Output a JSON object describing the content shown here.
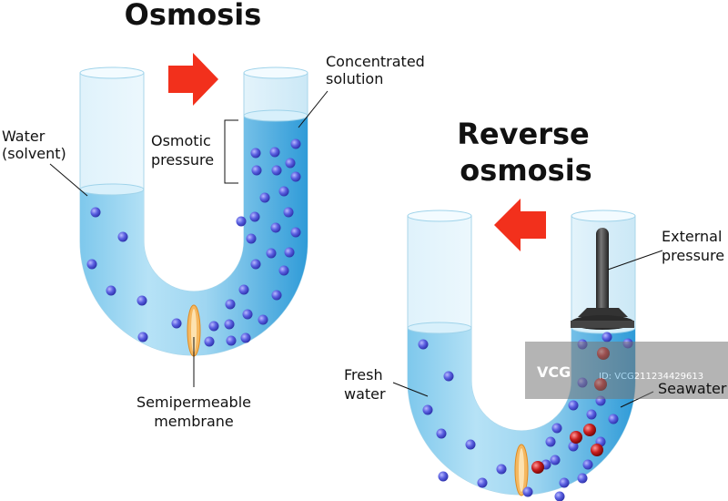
{
  "osmosis": {
    "title": "Osmosis",
    "labels": {
      "water_line1": "Water",
      "water_line2": "(solvent)",
      "concentrated_line1": "Concentrated",
      "concentrated_line2": "solution",
      "osmotic_line1": "Osmotic",
      "osmotic_line2": "pressure",
      "membrane_line1": "Semipermeable",
      "membrane_line2": "membrane"
    },
    "arrow_direction": "right"
  },
  "reverse": {
    "title_line1": "Reverse",
    "title_line2": "osmosis",
    "labels": {
      "fresh_line1": "Fresh",
      "fresh_line2": "water",
      "external_line1": "External",
      "external_line2": "pressure",
      "seawater": "Seawater"
    },
    "arrow_direction": "left"
  },
  "watermark": {
    "logo": "VCG",
    "id": "ID: VCG211234429613"
  },
  "colors": {
    "water": "#8fd0ee",
    "water_dark": "#3aa3dc",
    "solute": "#5a5fe0",
    "salt": "#c81e1e",
    "arrow": "#f2301c",
    "membrane": "#f5b860"
  }
}
